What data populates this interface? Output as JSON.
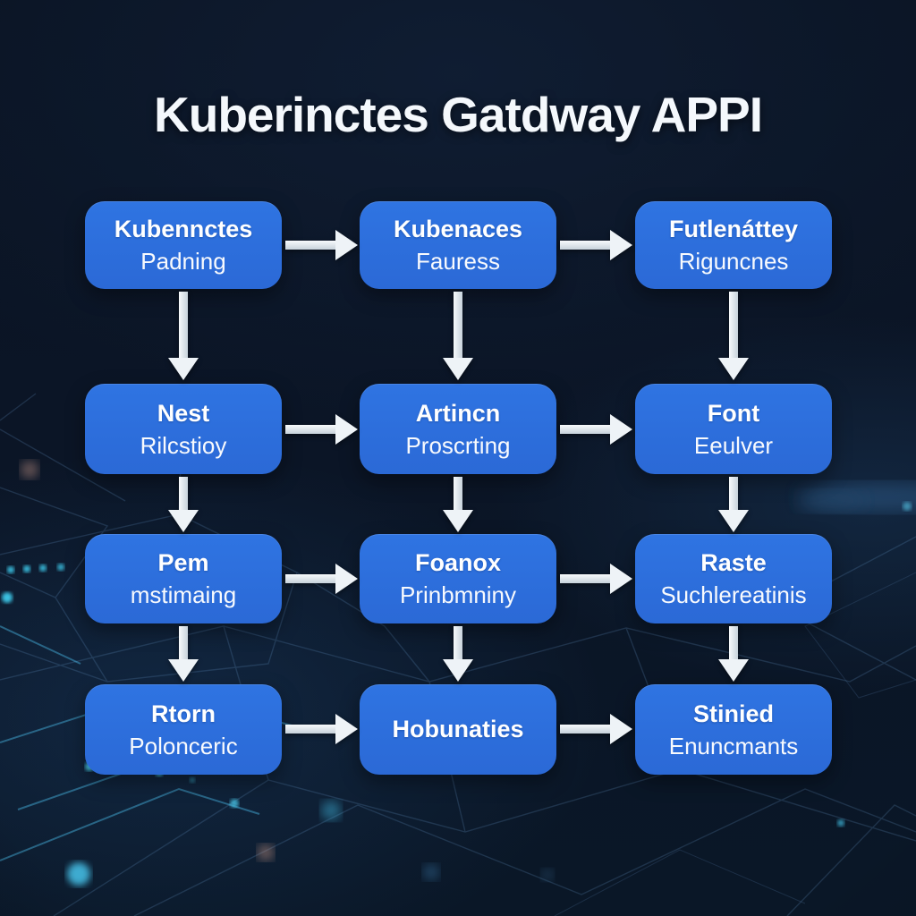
{
  "title": "Kuberinctes Gatdway APPI",
  "nodes": [
    {
      "line1": "Kubennctes",
      "line2": "Padning"
    },
    {
      "line1": "Kubenaces",
      "line2": "Fauress"
    },
    {
      "line1": "Futlenáttey",
      "line2": "Riguncnes"
    },
    {
      "line1": "Nest",
      "line2": "Rilcstioy"
    },
    {
      "line1": "Artincn",
      "line2": "Proscrting"
    },
    {
      "line1": "Font",
      "line2": "Eeulver"
    },
    {
      "line1": "Pem",
      "line2": "mstimaing"
    },
    {
      "line1": "Foanox",
      "line2": "Prinbmniny"
    },
    {
      "line1": "Raste",
      "line2": "Suchlereatinis"
    },
    {
      "line1": "Rtorn",
      "line2": "Polonceric"
    },
    {
      "line1": "Hobunaties",
      "line2": ""
    },
    {
      "line1": "Stinied",
      "line2": "Enuncmants"
    }
  ],
  "colors": {
    "background": "#0a1322",
    "node_fill": "#2c6ddb",
    "node_text": "#ffffff",
    "arrow": "#eef3f7",
    "glow_cyan": "#42c9ee",
    "glow_warm": "#d9a08a"
  }
}
